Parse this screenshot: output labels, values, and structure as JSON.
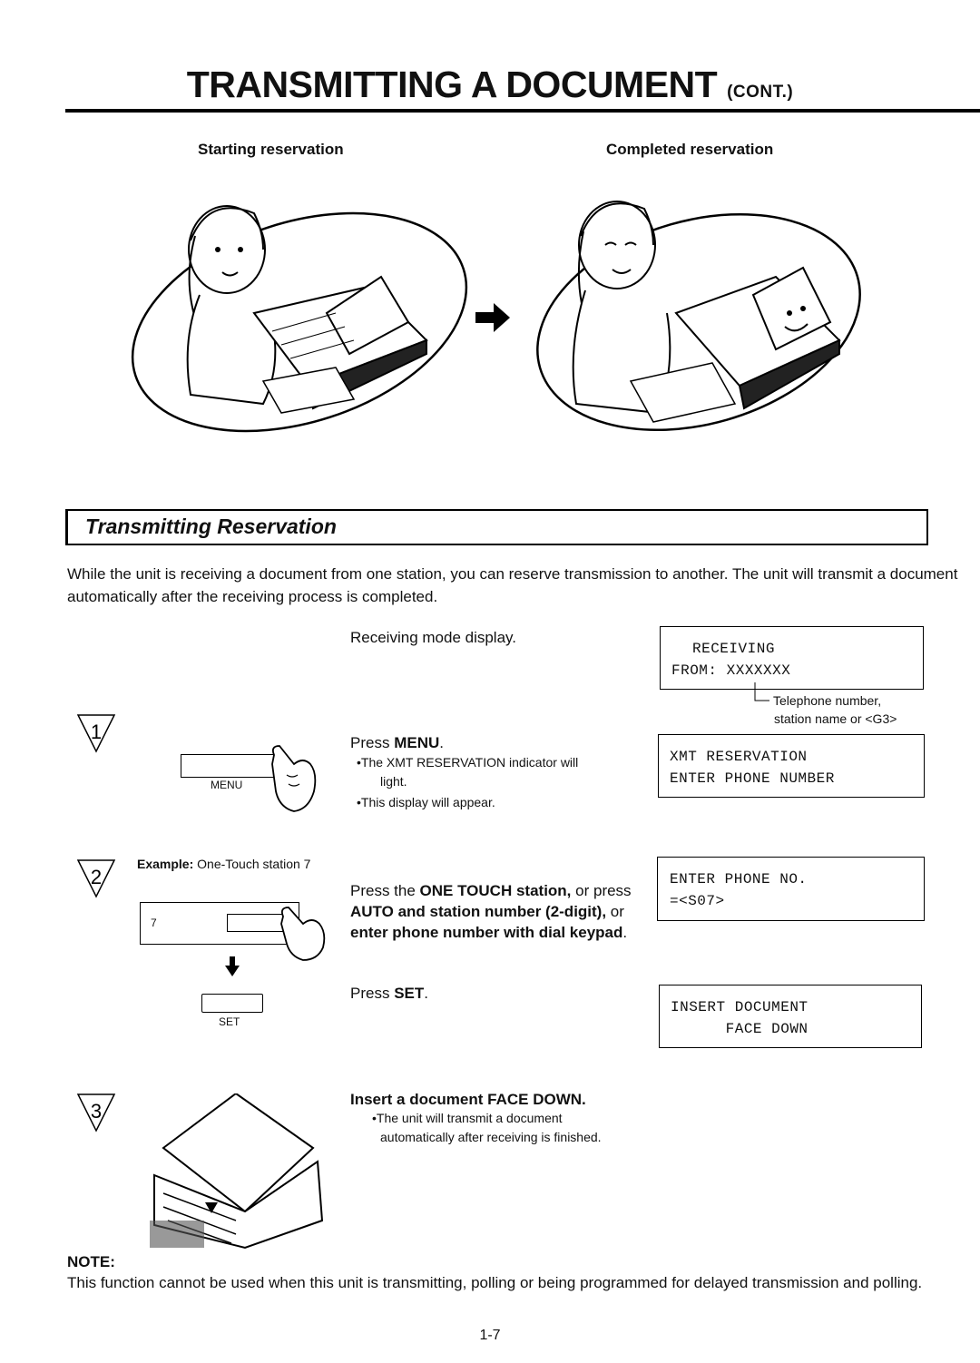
{
  "page": {
    "title": "TRANSMITTING A DOCUMENT",
    "title_suffix": "(CONT.)",
    "page_number": "1-7"
  },
  "illustrations": {
    "starting_caption": "Starting reservation",
    "completed_caption": "Completed reservation"
  },
  "section": {
    "title": "Transmitting Reservation",
    "intro": "While the unit is receiving a document from one station, you can reserve transmission to another. The unit will transmit a document automatically after the receiving process is completed."
  },
  "receiving": {
    "label": "Receiving mode display.",
    "lcd_line1": "RECEIVING",
    "lcd_line2": "FROM: XXXXXXX",
    "annotation_line1": "Telephone number,",
    "annotation_line2": "station name or <G3>"
  },
  "step1": {
    "number": "1",
    "key_label": "MENU",
    "press_prefix": "Press ",
    "press_key": "MENU",
    "press_suffix": ".",
    "bullet1_line1": "•The XMT RESERVATION indicator will",
    "bullet1_line2": "light.",
    "bullet2": "•This display will appear.",
    "lcd_line1": "XMT RESERVATION",
    "lcd_line2": "ENTER PHONE NUMBER"
  },
  "step2": {
    "number": "2",
    "example_label": "Example:",
    "example_text": "One-Touch station 7",
    "key_number": "7",
    "instr_line1_prefix": "Press the ",
    "instr_line1_bold": "ONE TOUCH station,",
    "instr_line1_suffix": " or press",
    "instr_line2_bold": "AUTO and station number (2-digit),",
    "instr_line2_suffix": " or",
    "instr_line3_bold": "enter phone number with dial keypad",
    "instr_line3_suffix": ".",
    "lcd_line1": "ENTER PHONE NO.",
    "lcd_line2": "=<S07>",
    "set_key_label": "SET",
    "press_set_prefix": "Press ",
    "press_set_key": "SET",
    "press_set_suffix": ".",
    "lcd2_line1": "INSERT DOCUMENT",
    "lcd2_line2": "      FACE DOWN"
  },
  "step3": {
    "number": "3",
    "heading": "Insert a document FACE DOWN.",
    "bullet_line1": "•The unit will transmit a document",
    "bullet_line2": "automatically after receiving is finished."
  },
  "note": {
    "heading": "NOTE:",
    "text": "This function cannot be used when this unit is transmitting, polling or being programmed for delayed transmission and polling."
  }
}
